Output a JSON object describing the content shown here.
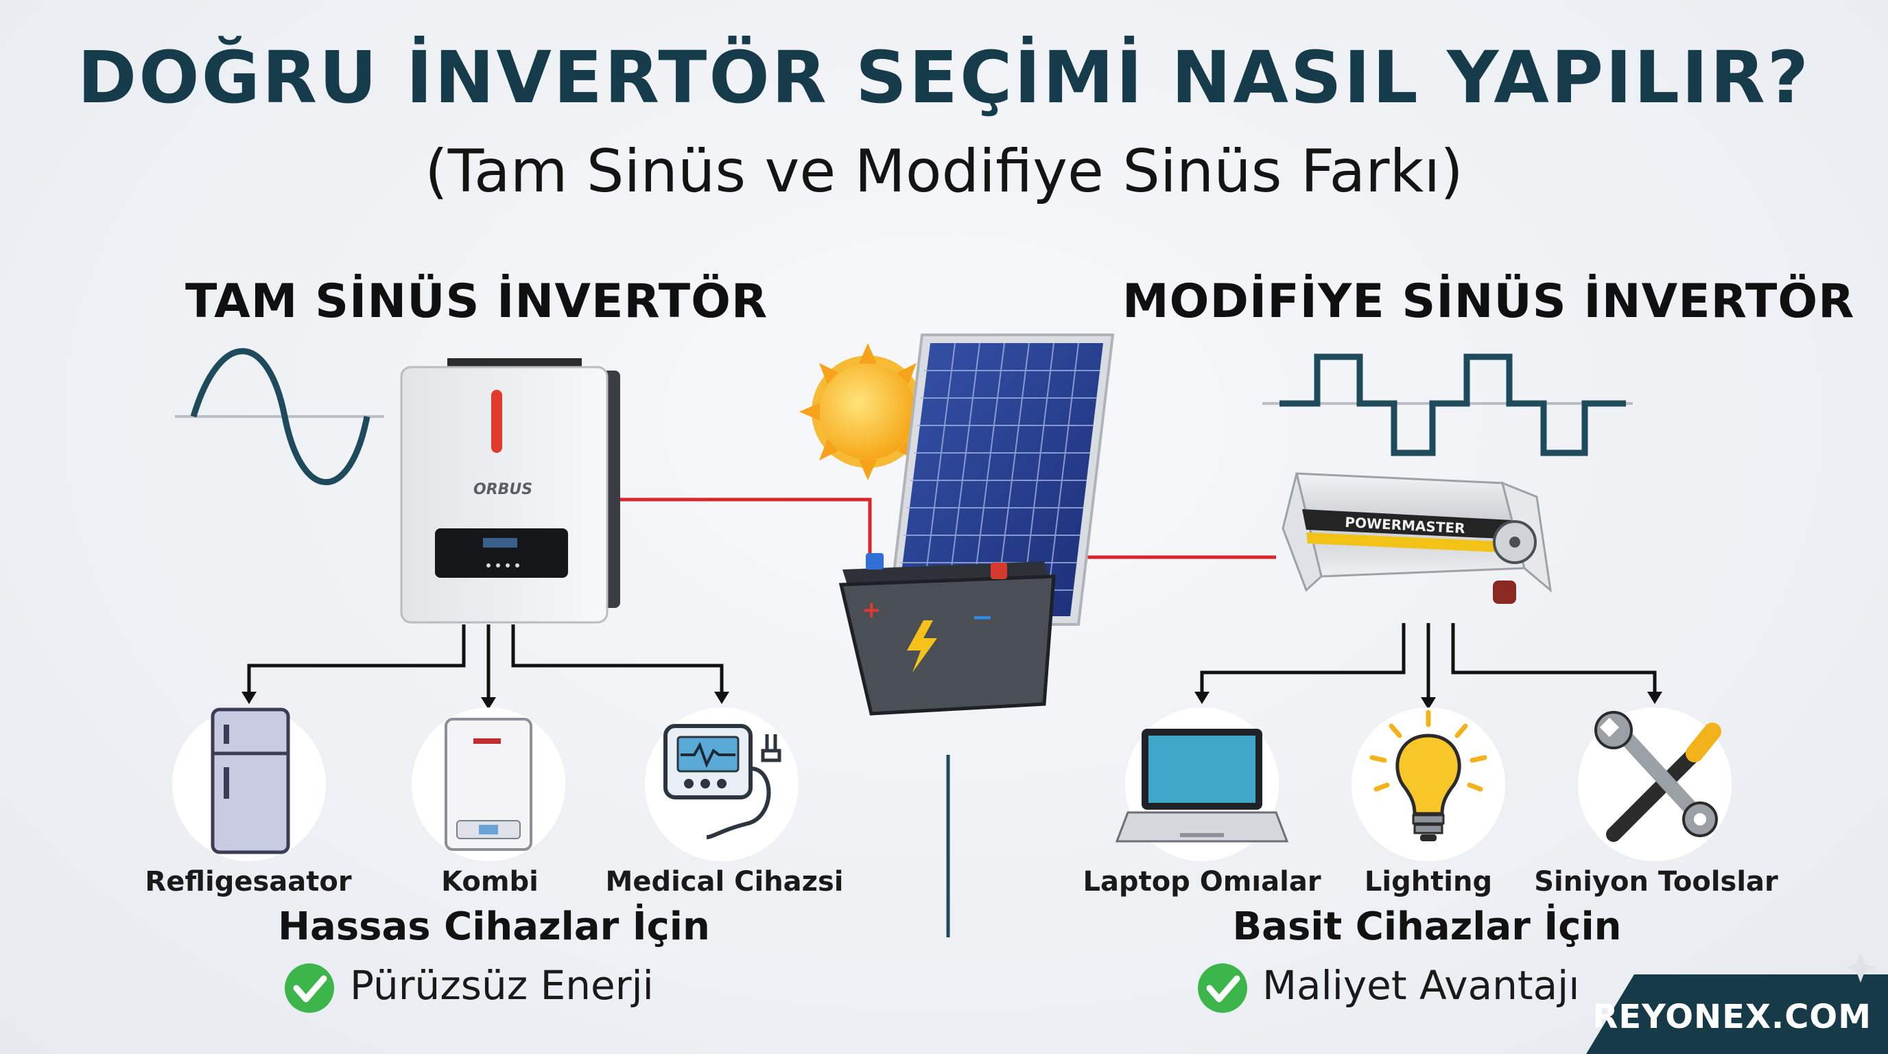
{
  "title": "DOĞRU İNVERTÖR SEÇİMİ NASIL YAPILIR?",
  "subtitle": "(Tam Sinüs ve Modifiye Sinüs Farkı)",
  "left": {
    "heading": "TAM SİNÜS İNVERTÖR",
    "brand": "ORBUS",
    "devices": [
      {
        "label": "Refligesaator",
        "icon": "refrigerator-icon"
      },
      {
        "label": "Kombi",
        "icon": "boiler-icon"
      },
      {
        "label": "Medical Cihazsi",
        "icon": "medical-monitor-icon"
      }
    ],
    "subheading": "Hassas Cihazlar İçin",
    "benefit": "Pürüzsüz Enerji"
  },
  "right": {
    "heading": "MODİFİYE SİNÜS İNVERTÖR",
    "brand": "POWERMASTER",
    "devices": [
      {
        "label": "Laptop Omıalar",
        "icon": "laptop-icon"
      },
      {
        "label": "Lighting",
        "icon": "light-bulb-icon"
      },
      {
        "label": "Siniyon Toolslar",
        "icon": "tools-icon"
      }
    ],
    "subheading": "Basit Cihazlar İçin",
    "benefit": "Maliyet Avantajı"
  },
  "center": {
    "icons": [
      "sun-icon",
      "solar-panel-icon",
      "battery-icon"
    ]
  },
  "colors": {
    "title": "#163b4a",
    "wave": "#1f4a5c",
    "wire": "#d9262a",
    "check": "#3cb54a",
    "footer_bg": "#173a48"
  },
  "footer": "REYONEX.COM"
}
